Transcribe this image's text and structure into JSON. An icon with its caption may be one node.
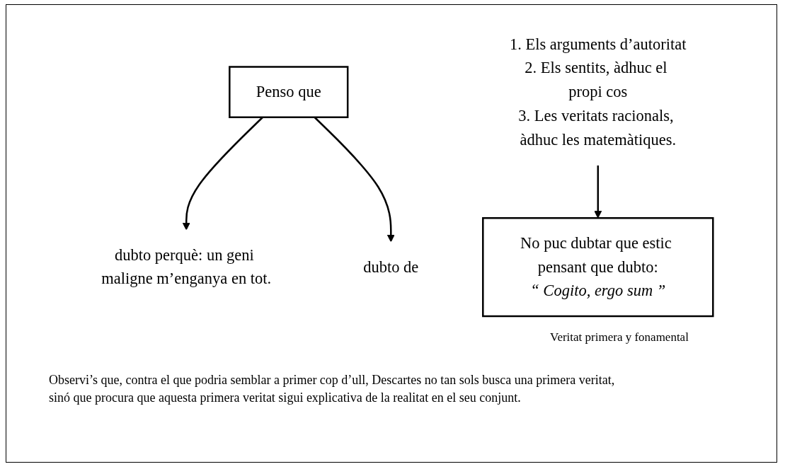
{
  "diagram": {
    "nodes": [
      {
        "text": [
          "Penso que"
        ]
      },
      {
        "text": [
          "dubto perquè: un geni maligne m’enganya en tot."
        ]
      },
      {
        "text": [
          "dubto de"
        ]
      },
      {
        "text": [
          "1. Els arguments d’autoritat",
          "2. Els sentits, àdhuc el propi cos",
          "3. Les veritats racionals, àdhuc les matemàtiques."
        ]
      },
      {
        "text": [
          "No puc dubtar que estic pensant que dubto:",
          "“ Cogito, ergo sum ”"
        ],
        "beside": [
          "Veritat primera y fonamental"
        ]
      }
    ],
    "edges": [
      {
        "from": 0,
        "to": 1,
        "arrow": "to"
      },
      {
        "from": 0,
        "to": 2,
        "arrow": "to"
      },
      {
        "from": 3,
        "to": 4,
        "arrow": "to"
      }
    ],
    "labels": [
      "Observi’s que, contra el que podria semblar a primer cop d’ull, Descartes no tan sols busca una primera veritat, sinó que procura que aquesta primera veritat sigui explicativa de la realitat en el seu conjunt."
    ]
  }
}
